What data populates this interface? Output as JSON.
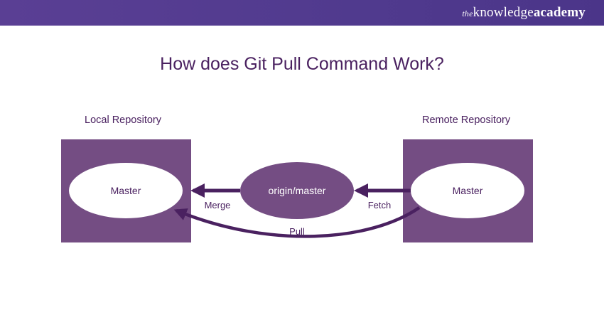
{
  "brand": {
    "prefix": "the",
    "name1": "knowledge",
    "name2": "academy"
  },
  "title": "How does Git Pull Command Work?",
  "local_repo": {
    "label": "Local Repository",
    "branch": "Master"
  },
  "remote_repo": {
    "label": "Remote Repository",
    "branch": "Master"
  },
  "tracking_branch": "origin/master",
  "arrows": {
    "merge": "Merge",
    "fetch": "Fetch",
    "pull": "Pull"
  },
  "colors": {
    "header": "#533c90",
    "box": "#744d83",
    "arrow": "#4a2160",
    "text": "#4a2160"
  }
}
